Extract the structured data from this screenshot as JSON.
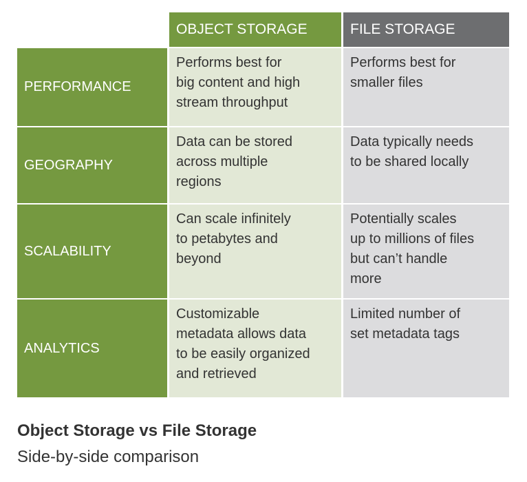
{
  "table": {
    "headers": [
      "",
      "OBJECT STORAGE",
      "FILE STORAGE"
    ],
    "rows": [
      {
        "label": "PERFORMANCE",
        "object": "Performs best for\nbig content and high\nstream throughput",
        "file": "Performs best for\nsmaller files"
      },
      {
        "label": "GEOGRAPHY",
        "object": "Data can be stored\nacross multiple\nregions",
        "file": "Data typically needs\nto be shared locally"
      },
      {
        "label": "SCALABILITY",
        "object": "Can scale infinitely\nto petabytes and\nbeyond",
        "file": "Potentially scales\nup to millions of files\nbut can’t handle\nmore"
      },
      {
        "label": "ANALYTICS",
        "object": "Customizable\nmetadata allows data\nto be easily organized\nand retrieved",
        "file": "Limited number of\nset metadata tags"
      }
    ]
  },
  "caption": {
    "title": "Object Storage vs File Storage",
    "subtitle": "Side-by-side comparison"
  },
  "colors": {
    "object_accent": "#759940",
    "object_cell": "#e2e8d6",
    "file_accent": "#6d6e70",
    "file_cell": "#dcdcde",
    "text": "#333333"
  }
}
